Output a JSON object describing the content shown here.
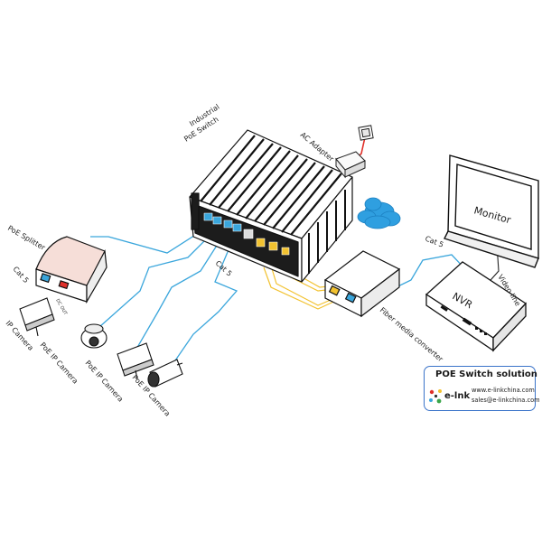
{
  "labels": {
    "switch_line1": "Industrial",
    "switch_line2": "PoE Switch",
    "ac_adapter": "AC Adapter",
    "monitor": "Monitor",
    "nvr": "NVR",
    "video_line": "Video line",
    "cat5_top": "Cat 5",
    "cat5_mid": "Cat 5",
    "cat5_left": "Cat 5",
    "fiber_converter": "Fiber media converter",
    "poe_splitter": "PoE Splitter",
    "dc_out": "DC OUT",
    "ip_camera": "IP Camera",
    "poe_ip_camera_1": "PoE IP Camera",
    "poe_ip_camera_2": "PoE IP Camera",
    "poe_ip_camera_3": "PoE IP Camera"
  },
  "info": {
    "title": "POE Switch solution",
    "brand": "e-lnk",
    "website": "www.e-linkchina.com",
    "email": "sales@e-linkchina.com"
  },
  "colors": {
    "cable_blue": "#3aa6dc",
    "cable_yellow": "#f2c230",
    "power_red": "#e0302a",
    "cloud": "#2f9fe0",
    "border_blue": "#3a73c9"
  },
  "icons": {
    "network": "cloud-icon",
    "brand": "e-link-logo-icon"
  }
}
